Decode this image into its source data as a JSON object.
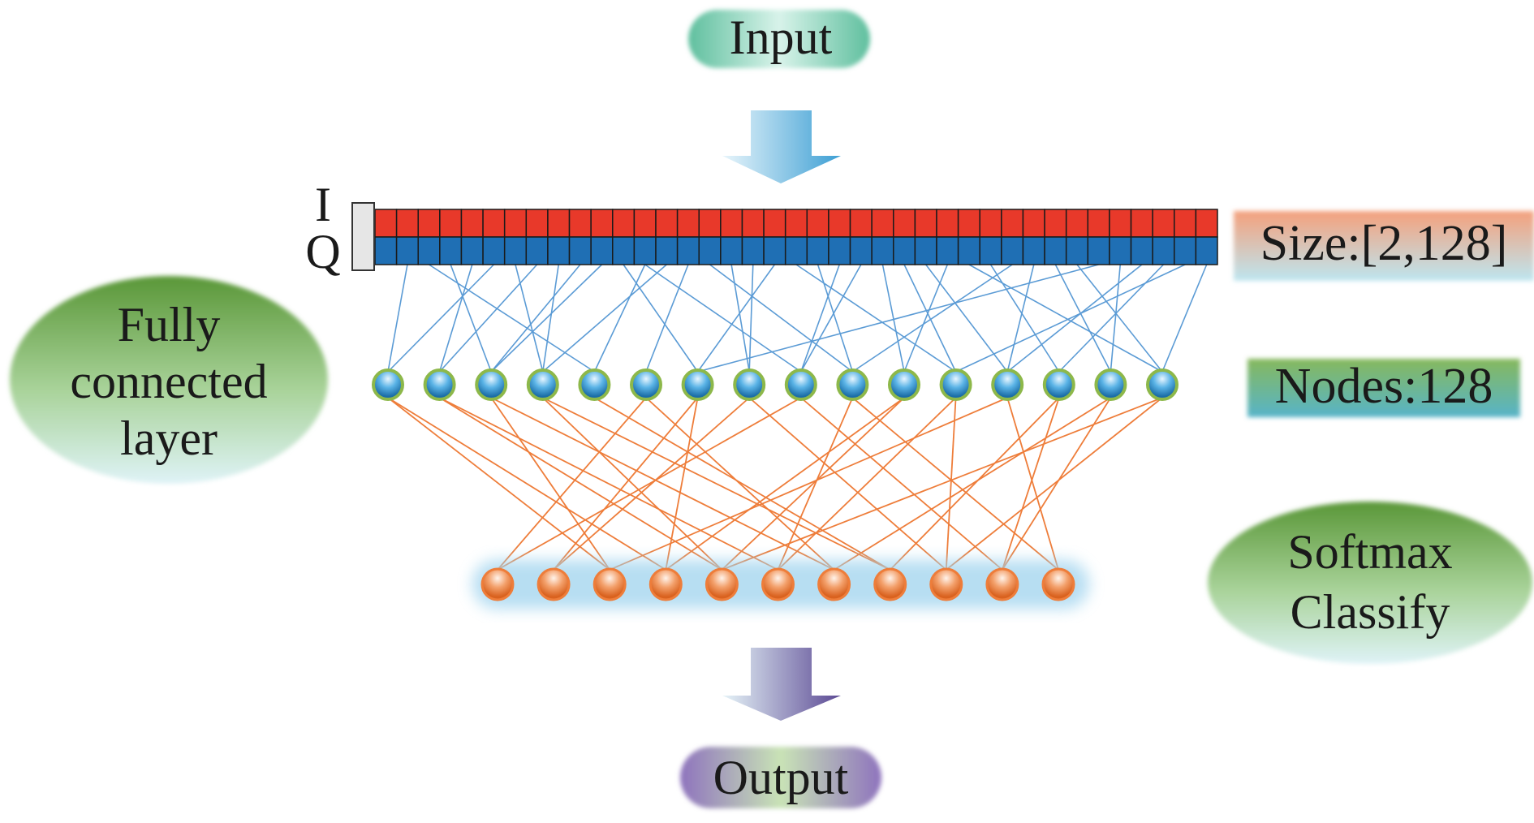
{
  "labels": {
    "input": "Input",
    "output": "Output",
    "i": "I",
    "q": "Q",
    "size": "Size:[2,128]",
    "nodes": "Nodes:128",
    "fully_line1": "Fully",
    "fully_line2": "connected",
    "fully_line3": "layer",
    "softmax_line1": "Softmax",
    "softmax_line2": "Classify"
  },
  "colors": {
    "i_row": "#e8392a",
    "q_row": "#1f6fb4",
    "hidden_line": "#5b9bd5",
    "output_line": "#ee7d3a",
    "hidden_node_rim": "#8db84a",
    "output_node": "#ee7d3a",
    "input_badge": "#6cc4a0",
    "output_badge": "#9b7fc1",
    "size_badge_top": "#f2a07a",
    "size_badge_bottom": "#b9e3ee",
    "nodes_badge_top": "#7fb25a",
    "nodes_badge_bottom": "#5fb7c9",
    "ellipse_top": "#5e9a3c",
    "ellipse_bottom": "#d9f0f5",
    "down_arrow_input": "#4aa8d8",
    "down_arrow_output": "#6e5aa0"
  },
  "structure": {
    "input_cells_per_row": 39,
    "hidden_nodes_shown": 16,
    "output_nodes_shown": 11
  },
  "connections": {
    "input_to_hidden": [
      [
        1,
        0
      ],
      [
        3,
        2
      ],
      [
        5,
        0
      ],
      [
        7,
        1
      ],
      [
        8,
        3
      ],
      [
        10,
        2
      ],
      [
        12,
        4
      ],
      [
        14,
        5
      ],
      [
        16,
        7
      ],
      [
        18,
        6
      ],
      [
        20,
        9
      ],
      [
        21,
        8
      ],
      [
        24,
        11
      ],
      [
        26,
        10
      ],
      [
        28,
        13
      ],
      [
        30,
        12
      ],
      [
        32,
        15
      ],
      [
        34,
        14
      ],
      [
        36,
        13
      ],
      [
        38,
        15
      ],
      [
        2,
        4
      ],
      [
        6,
        3
      ],
      [
        11,
        6
      ],
      [
        15,
        9
      ],
      [
        19,
        11
      ],
      [
        23,
        10
      ],
      [
        27,
        15
      ],
      [
        31,
        14
      ],
      [
        35,
        12
      ],
      [
        37,
        11
      ],
      [
        4,
        1
      ],
      [
        9,
        2
      ],
      [
        13,
        3
      ],
      [
        17,
        7
      ],
      [
        22,
        8
      ],
      [
        25,
        12
      ],
      [
        29,
        9
      ],
      [
        33,
        6
      ],
      [
        12,
        8
      ]
    ],
    "hidden_to_output": [
      [
        0,
        3
      ],
      [
        1,
        5
      ],
      [
        2,
        2
      ],
      [
        3,
        4
      ],
      [
        4,
        7
      ],
      [
        5,
        6
      ],
      [
        6,
        3
      ],
      [
        7,
        1
      ],
      [
        8,
        0
      ],
      [
        9,
        5
      ],
      [
        10,
        4
      ],
      [
        11,
        8
      ],
      [
        12,
        2
      ],
      [
        13,
        9
      ],
      [
        14,
        6
      ],
      [
        15,
        8
      ],
      [
        0,
        2
      ],
      [
        1,
        4
      ],
      [
        2,
        6
      ],
      [
        3,
        7
      ],
      [
        5,
        0
      ],
      [
        6,
        1
      ],
      [
        7,
        8
      ],
      [
        8,
        9
      ],
      [
        9,
        10
      ],
      [
        10,
        3
      ],
      [
        11,
        5
      ],
      [
        12,
        10
      ],
      [
        13,
        7
      ],
      [
        14,
        9
      ],
      [
        15,
        4
      ]
    ]
  }
}
